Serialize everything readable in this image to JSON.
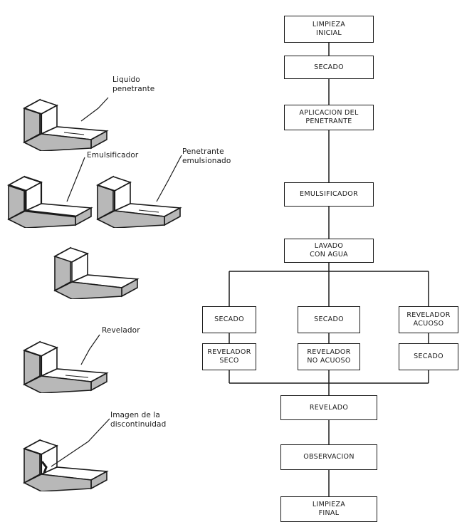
{
  "flow": {
    "limpieza_inicial": "LIMPIEZA\nINICIAL",
    "secado_1": "SECADO",
    "aplicacion": "APLICACION DEL\nPENETRANTE",
    "emulsificador": "EMULSIFICADOR",
    "lavado": "LAVADO\nCON AGUA",
    "branch_1_top": "SECADO",
    "branch_1_bottom": "REVELADOR\nSECO",
    "branch_2_top": "SECADO",
    "branch_2_bottom": "REVELADOR\nNO ACUOSO",
    "branch_3_top": "REVELADOR\nACUOSO",
    "branch_3_bottom": "SECADO",
    "revelado": "REVELADO",
    "observacion": "OBSERVACION",
    "limpieza_final": "LIMPIEZA\nFINAL"
  },
  "labels": {
    "liquido_penetrante": "Liquido\npenetrante",
    "emulsificador": "Emulsificador",
    "penetrante_emulsionado": "Penetrante\nemulsionado",
    "revelador": "Revelador",
    "imagen_discontinuidad": "Imagen de la\ndiscontinuidad"
  },
  "colors": {
    "ink": "#1a1a1a",
    "shade": "#b8b8b8",
    "paper": "#ffffff"
  }
}
